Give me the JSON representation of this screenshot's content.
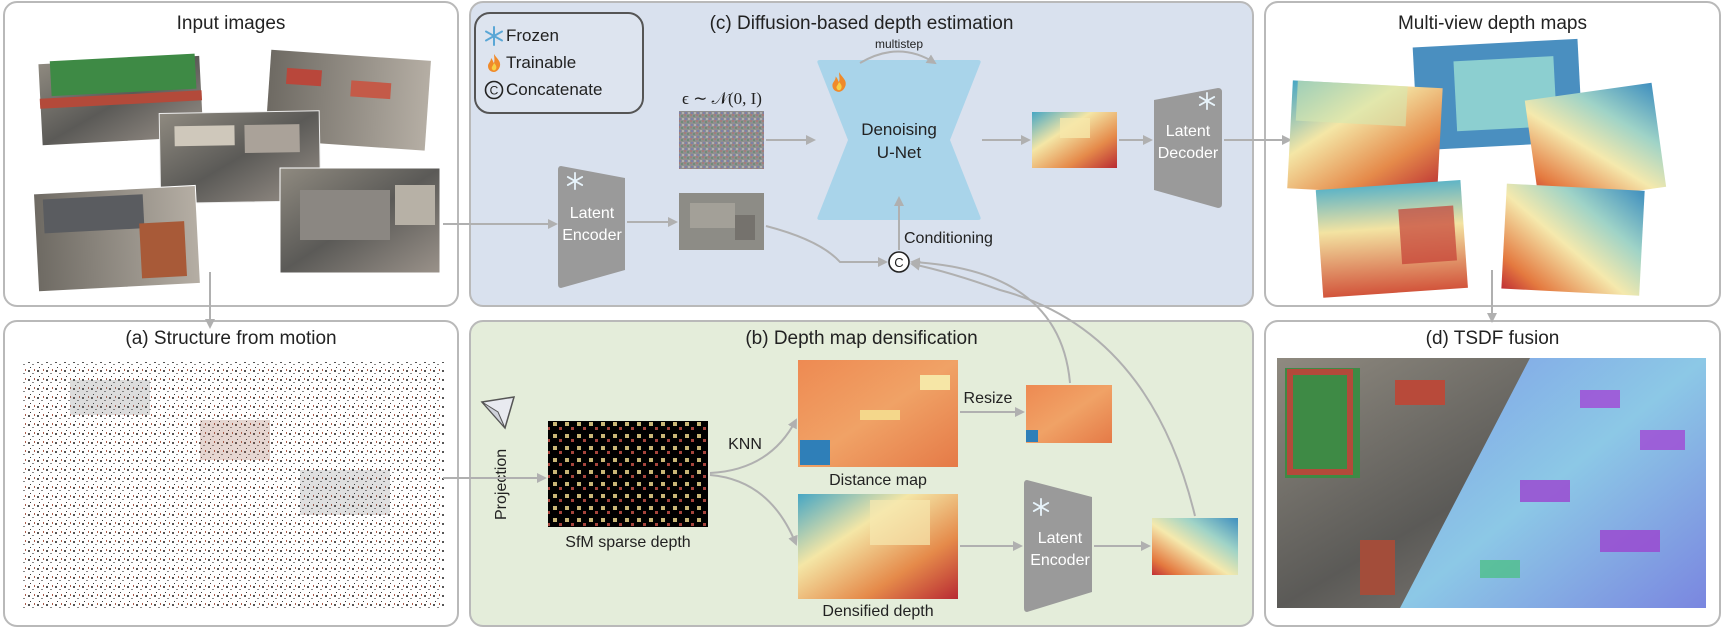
{
  "panels": {
    "input_images": "Input images",
    "diffusion": "(c) Diffusion-based depth estimation",
    "multiview": "Multi-view depth maps",
    "sfm": "(a) Structure from motion",
    "densification": "(b) Depth map densification",
    "tsdf": "(d) TSDF fusion"
  },
  "legend": {
    "frozen": "Frozen",
    "trainable": "Trainable",
    "concatenate": "Concatenate"
  },
  "diffusion": {
    "noise_label": "ϵ ∼ 𝒩(0, I)",
    "multistep": "multistep",
    "unet_line1": "Denoising",
    "unet_line2": "U-Net",
    "decoder_line1": "Latent",
    "decoder_line2": "Decoder",
    "encoder_line1": "Latent",
    "encoder_line2": "Encoder",
    "conditioning": "Conditioning"
  },
  "densification": {
    "projection": "Projection",
    "sparse_depth": "SfM sparse depth",
    "knn": "KNN",
    "distance_map": "Distance map",
    "resize": "Resize",
    "densified_depth": "Densified depth",
    "encoder_line1": "Latent",
    "encoder_line2": "Encoder"
  },
  "colors": {
    "panel_border": "#b9b9b9",
    "diffusion_bg": "#d9e1ee",
    "densification_bg": "#e4edda",
    "unet": "#a9d4ea",
    "encoder": "#9a9a9a",
    "arrow": "#b0b0b0",
    "depth_warm": "#c0302e",
    "depth_cool": "#3e8fc0"
  }
}
